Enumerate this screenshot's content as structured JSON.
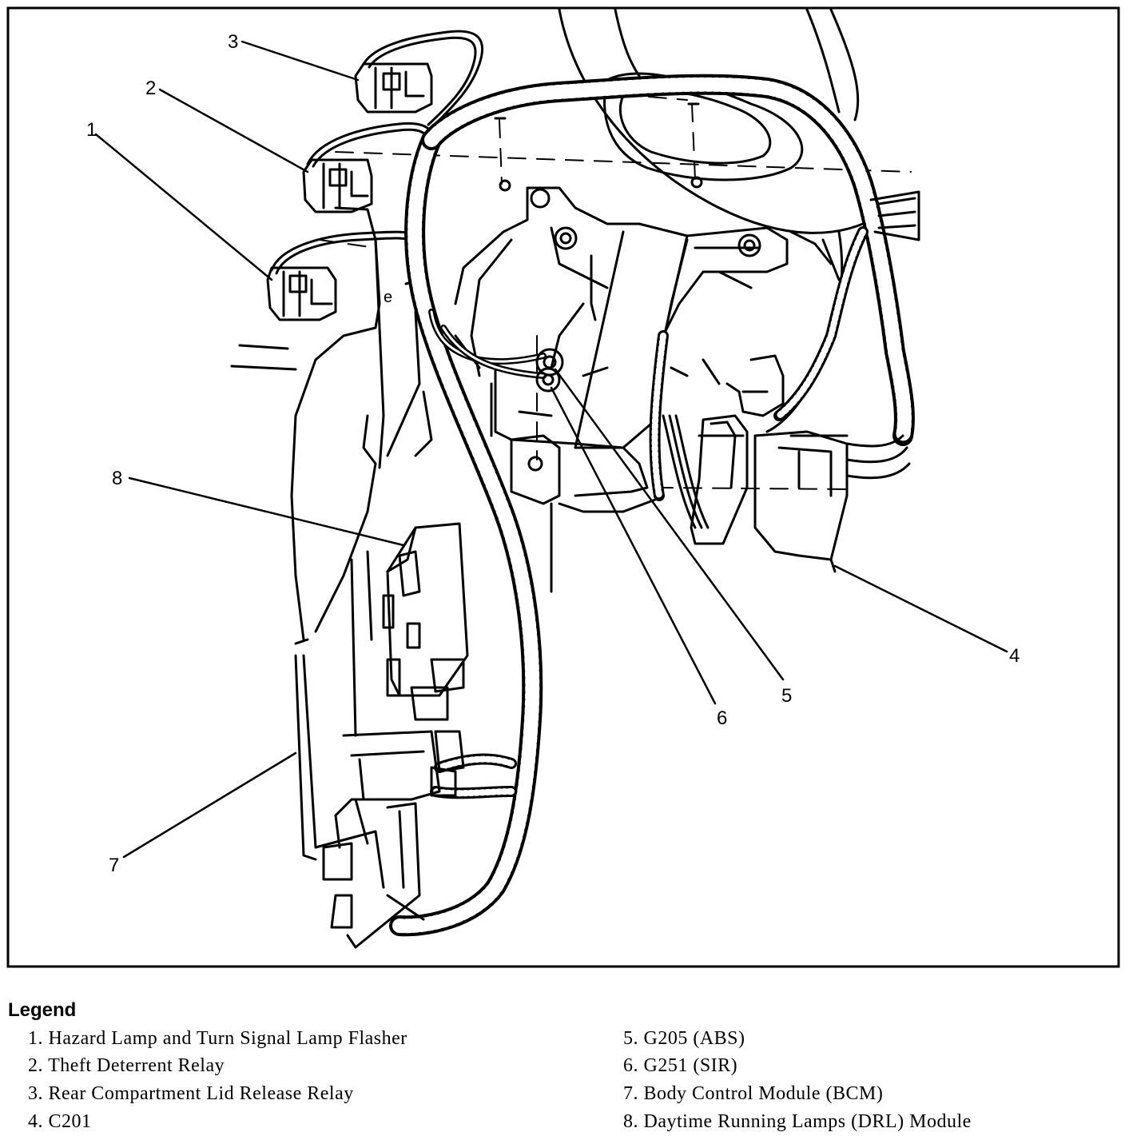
{
  "callouts": [
    "1",
    "2",
    "3",
    "4",
    "5",
    "6",
    "7",
    "8"
  ],
  "legend": {
    "title": "Legend",
    "items": [
      "1. Hazard Lamp and Turn Signal Lamp Flasher",
      "2. Theft Deterrent Relay",
      "3. Rear Compartment Lid Release Relay",
      "4. C201",
      "5. G205 (ABS)",
      "6. G251 (SIR)",
      "7. Body Control Module (BCM)",
      "8. Daytime Running Lamps (DRL) Module"
    ]
  }
}
